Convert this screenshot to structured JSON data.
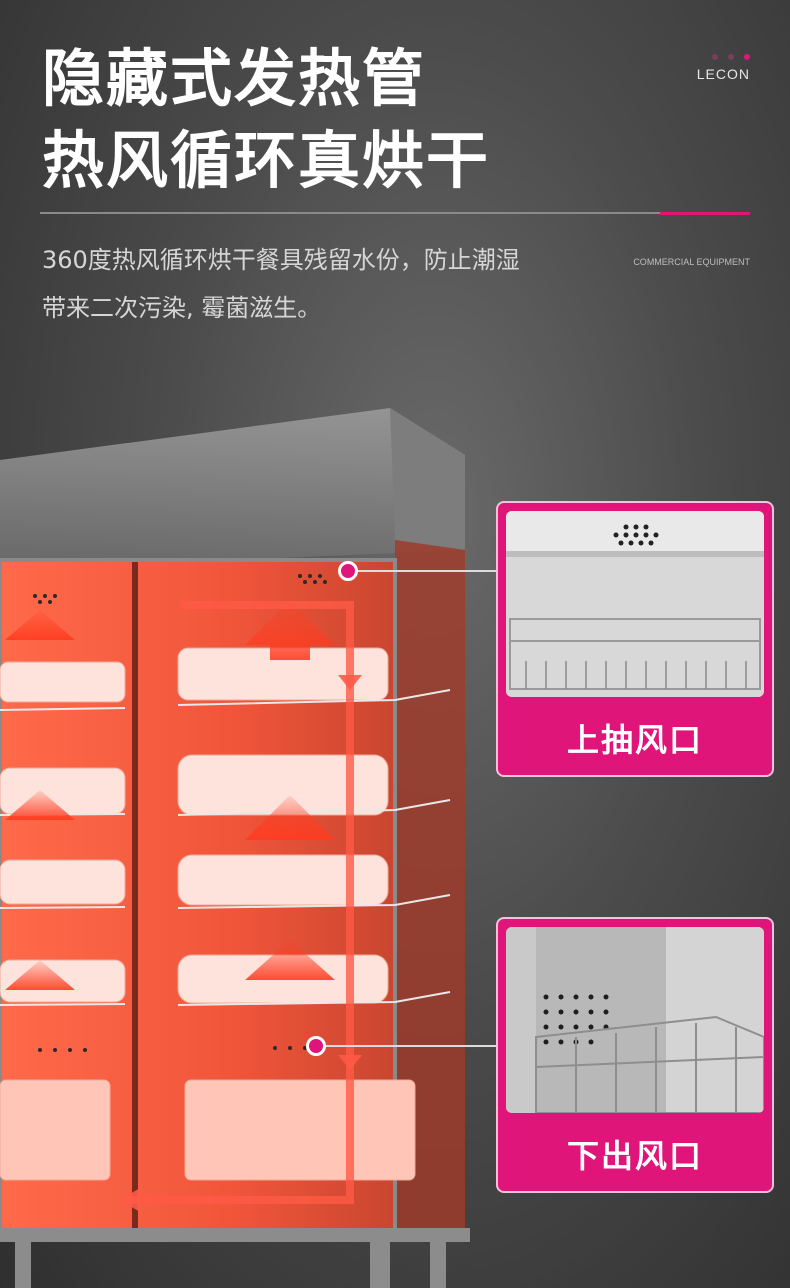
{
  "header": {
    "title_line1": "隐藏式发热管",
    "title_line2": "热风循环真烘干",
    "description_line1": "360度热风循环烘干餐具残留水份，防止潮湿",
    "description_line2": "带来二次污染, 霉菌滋生。"
  },
  "brand": {
    "name": "LECON",
    "tagline": "COMMERCIAL EQUIPMENT"
  },
  "callouts": [
    {
      "label": "上抽风口"
    },
    {
      "label": "下出风口"
    }
  ],
  "colors": {
    "accent": "#e0157a",
    "heat_glow": "#ff5a3c",
    "background": "#4b4b4b"
  }
}
